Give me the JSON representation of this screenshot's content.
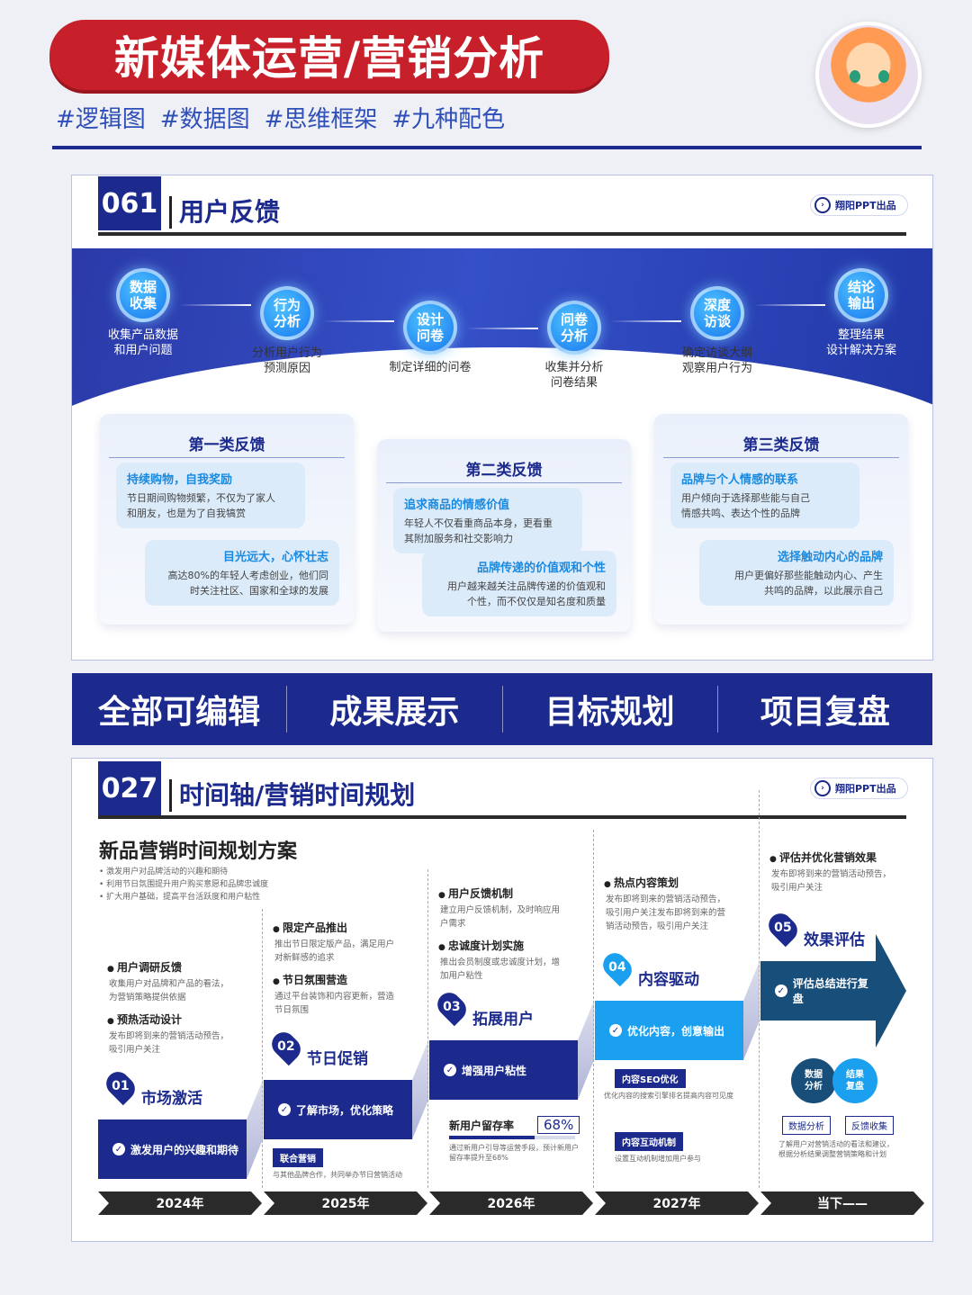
{
  "header": {
    "title": "新媒体运营/营销分析",
    "tags": [
      "#逻辑图",
      "#数据图",
      "#思维框架",
      "#九种配色"
    ]
  },
  "section1": {
    "number": "061",
    "title": "用户反馈",
    "brand": "翔阳PPT出品",
    "steps": [
      {
        "label": "数据\n收集",
        "caption": "收集产品数据\n和用户问题"
      },
      {
        "label": "行为\n分析",
        "caption": "分析用户行为\n预测原因"
      },
      {
        "label": "设计\n问卷",
        "caption": "制定详细的问卷"
      },
      {
        "label": "问卷\n分析",
        "caption": "收集并分析\n问卷结果"
      },
      {
        "label": "深度\n访谈",
        "caption": "确定访谈大纲\n观察用户行为"
      },
      {
        "label": "结论\n输出",
        "caption": "整理结果\n设计解决方案"
      }
    ],
    "cards": [
      {
        "title": "第一类反馈",
        "b1": {
          "h": "持续购物，自我奖励",
          "p": "节日期间购物频繁，不仅为了家人\n和朋友，也是为了自我犒赏"
        },
        "b2": {
          "h": "目光远大，心怀壮志",
          "p": "高达80%的年轻人考虑创业，他们同\n时关注社区、国家和全球的发展"
        }
      },
      {
        "title": "第二类反馈",
        "b1": {
          "h": "追求商品的情感价值",
          "p": "年轻人不仅看重商品本身，更看重\n其附加服务和社交影响力"
        },
        "b2": {
          "h": "品牌传递的价值观和个性",
          "p": "用户越来越关注品牌传递的价值观和\n个性，而不仅仅是知名度和质量"
        }
      },
      {
        "title": "第三类反馈",
        "b1": {
          "h": "品牌与个人情感的联系",
          "p": "用户倾向于选择那些能与自己\n情感共鸣、表达个性的品牌"
        },
        "b2": {
          "h": "选择触动内心的品牌",
          "p": "用户更偏好那些能触动内心、产生\n共鸣的品牌，以此展示自己"
        }
      }
    ]
  },
  "strip": [
    "全部可编辑",
    "成果展示",
    "目标规划",
    "项目复盘"
  ],
  "section2": {
    "number": "027",
    "title": "时间轴/营销时间规划",
    "brand": "翔阳PPT出品",
    "heading": "新品营销时间规划方案",
    "intro": [
      "•  激发用户对品牌活动的兴趣和期待",
      "•  利用节日氛围提升用户购买意愿和品牌忠诚度",
      "•  扩大用户基础，提高平台活跃度和用户粘性"
    ],
    "stages": [
      {
        "num": "01",
        "title": "市场激活",
        "box": "激发用户的兴趣和期待",
        "year": "2024年",
        "bullets": [
          {
            "h": "用户调研反馈",
            "p": "收集用户对品牌和产品的看法，\n为营销策略提供依据"
          },
          {
            "h": "预热活动设计",
            "p": "发布即将到来的营销活动预告，\n吸引用户关注"
          }
        ]
      },
      {
        "num": "02",
        "title": "节日促销",
        "box": "了解市场，优化策略",
        "year": "2025年",
        "bullets": [
          {
            "h": "限定产品推出",
            "p": "推出节日限定版产品，满足用户\n对新鲜感的追求"
          },
          {
            "h": "节日氛围营造",
            "p": "通过平台装饰和内容更新，营造\n节日氛围"
          }
        ],
        "tag": "联合营销",
        "tagp": "与其他品牌合作，共同举办节日营销活动"
      },
      {
        "num": "03",
        "title": "拓展用户",
        "box": "增强用户粘性",
        "year": "2026年",
        "bullets": [
          {
            "h": "用户反馈机制",
            "p": "建立用户反馈机制，及时响应用\n户需求"
          },
          {
            "h": "忠诚度计划实施",
            "p": "推出会员制度或忠诚度计划，增\n加用户粘性"
          }
        ],
        "metric": "新用户留存率",
        "metricv": "68%",
        "metricp": "通过新用户引导等运营手段，预计新用户\n留存率提升至68%"
      },
      {
        "num": "04",
        "title": "内容驱动",
        "box": "优化内容，创意输出",
        "year": "2027年",
        "bullets": [
          {
            "h": "热点内容策划",
            "p": "发布即将到来的营销活动预告，\n吸引用户关注发布即将到来的营\n销活动预告，吸引用户关注"
          }
        ],
        "tag": "内容SEO优化",
        "tagp": "优化内容的搜索引擎排名提高内容可见度",
        "tag2": "内容互动机制",
        "tag2p": "设置互动机制增加用户参与"
      },
      {
        "num": "05",
        "title": "效果评估",
        "box": "评估总结进行复盘",
        "year": "当下——",
        "bullets": [
          {
            "h": "评估并优化营销效果",
            "p": "发布即将到来的营销活动预告，\n吸引用户关注"
          }
        ],
        "c1": "数据\n分析",
        "c2": "结果\n复盘",
        "t1": "数据分析",
        "t2": "反馈收集",
        "endp": "了解用户对营销活动的看法和建议，\n根据分析结果调整营销策略和计划"
      }
    ]
  },
  "colors": {
    "red": "#c8202b",
    "navy": "#1b2a8c",
    "sky": "#1aa0ee",
    "teal": "#184e7a"
  }
}
